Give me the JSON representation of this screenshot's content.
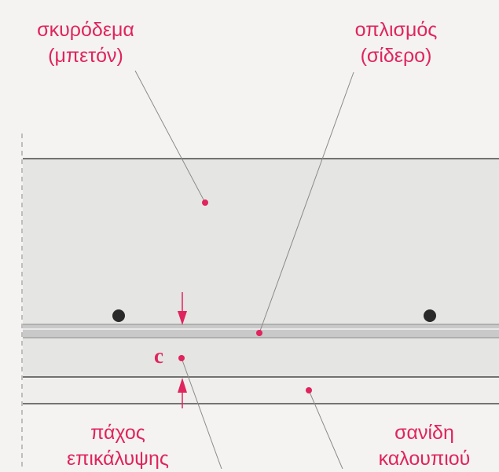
{
  "labels": {
    "concrete": {
      "line1": "σκυρόδεμα",
      "line2": "(μπετόν)"
    },
    "reinforcement": {
      "line1": "οπλισμός",
      "line2": "(σίδερο)"
    },
    "cover": {
      "line1": "πάχος",
      "line2": "επικάλυψης"
    },
    "formwork": {
      "line1": "σανίδη",
      "line2": "καλουπιού"
    },
    "cover_symbol": "c"
  },
  "colors": {
    "accent": "#e0245e",
    "concrete": "#e5e5e3",
    "background": "#f4f3f1",
    "rebar": "#2a2a2a",
    "leader_line": "#8a8a8a"
  }
}
